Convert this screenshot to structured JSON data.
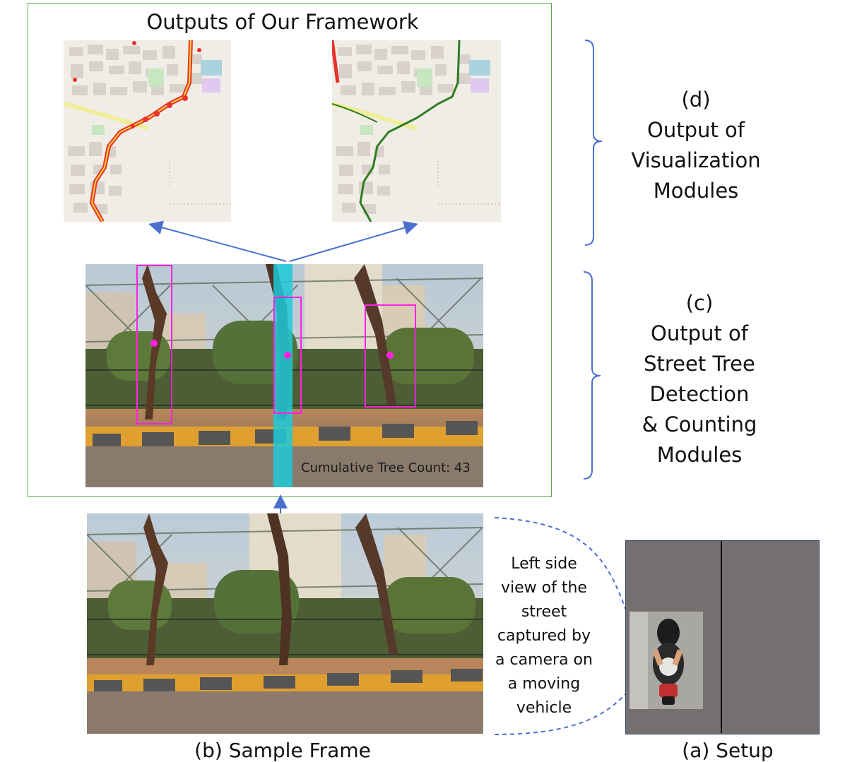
{
  "framework": {
    "title": "Outputs of Our Framework"
  },
  "labels": {
    "d": [
      "(d)",
      "Output of",
      "Visualization",
      "Modules"
    ],
    "c": [
      "(c)",
      "Output of",
      "Street Tree",
      "Detection",
      "& Counting",
      "Modules"
    ],
    "b": "(b) Sample Frame",
    "a": "(a) Setup"
  },
  "detection": {
    "count_text": "Cumulative Tree Count: 43"
  },
  "setup_caption": [
    "Left side",
    "view of the",
    "street",
    "captured by",
    "a camera on",
    "a moving",
    "vehicle"
  ],
  "colors": {
    "framework_border": "#5aa84a",
    "arrow": "#4a6fcf",
    "bracket": "#4a6fcf",
    "bbox": "#ff22e0",
    "counting_band": "#1ecad8",
    "heat_route": "#e8322a",
    "tree_route": "#2e7d1f",
    "setup_panel": "#757070"
  }
}
